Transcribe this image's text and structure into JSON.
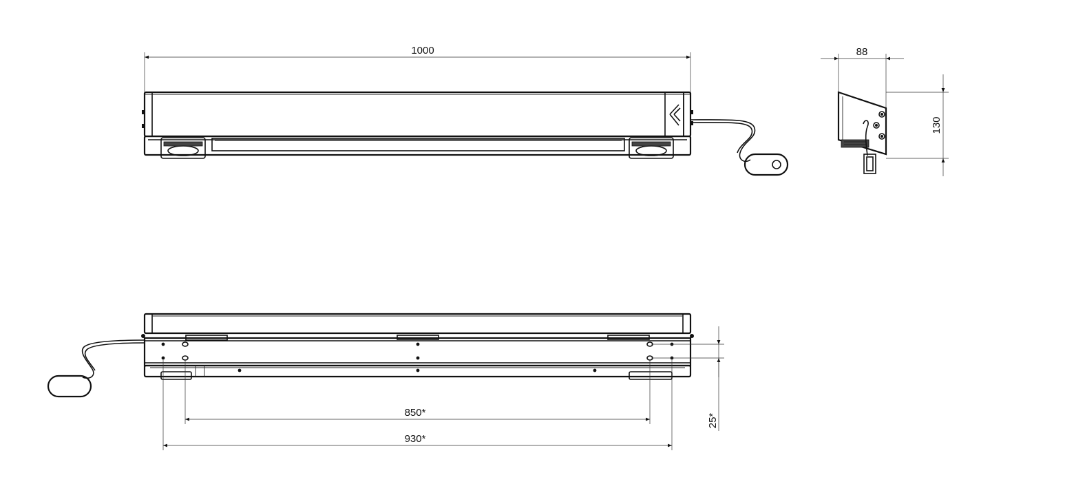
{
  "dimensions": {
    "front_length": "1000",
    "side_depth": "88",
    "side_height": "130",
    "mount_inner_spacing": "850*",
    "mount_outer_spacing": "930*",
    "mount_vertical_spacing": "25*"
  },
  "colors": {
    "line": "#111111",
    "background": "#ffffff"
  },
  "icons": [
    "logo-mark-icon"
  ]
}
